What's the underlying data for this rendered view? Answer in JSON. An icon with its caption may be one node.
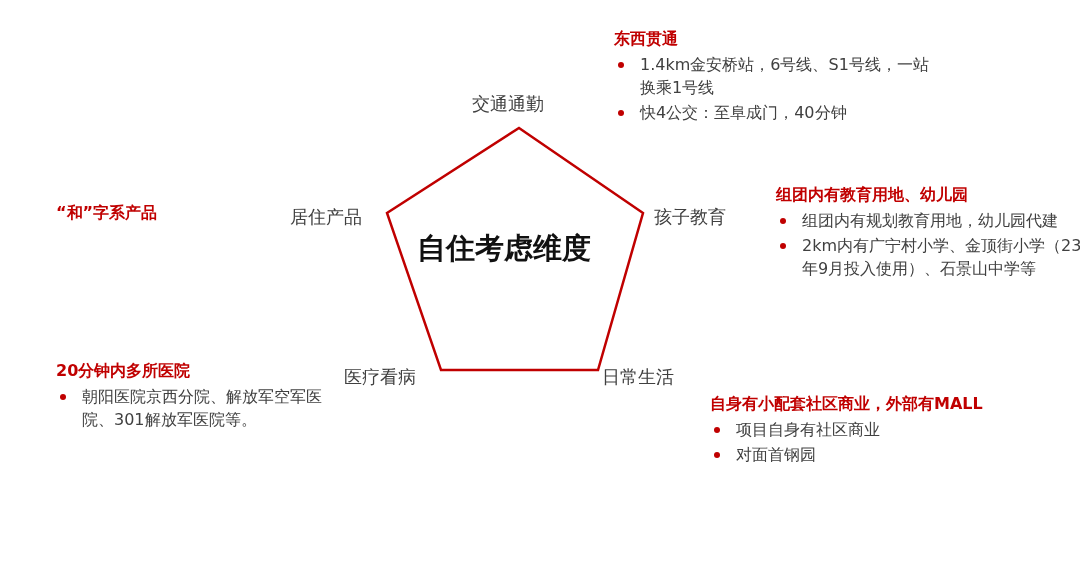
{
  "diagram": {
    "nodes": [
      {
        "text": [
          "自住考虑维度"
        ],
        "beside": [
          "交通通勤",
          "居住产品",
          "孩子教育",
          "医疗看病",
          "日常生活"
        ]
      }
    ],
    "labels": [
      "东西贯通",
      "1.4km金安桥站，6号线、S1号线，一站换乘1号线",
      "快4公交：至阜成门，40分钟",
      "组团内有教育用地、幼儿园",
      "“和”字系产品",
      "组团内有规划教育用地，幼儿园代建",
      "2km内有广宁村小学、金顶街小学（23年9月投入使用）、石景山中学等",
      "20分钟内多所医院",
      "朝阳医院京西分院、解放军空军医院、301解放军医院等。",
      "自身有小配套社区商业，外部有MALL",
      "项目自身有社区商业",
      "对面首钢园"
    ]
  }
}
